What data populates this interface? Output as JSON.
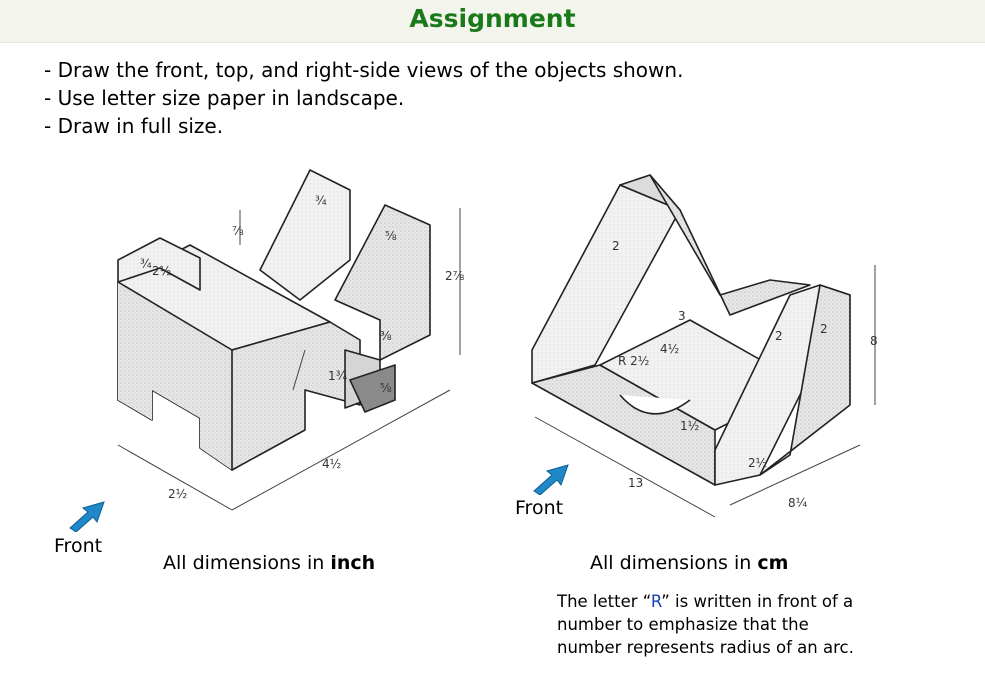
{
  "title": "Assignment",
  "instructions": [
    "Draw the front, top, and right-side views of the objects shown.",
    "Use letter size paper in landscape.",
    "Draw in full size."
  ],
  "left_figure": {
    "front_label": "Front",
    "units_prefix": "All dimensions in ",
    "units": "inch",
    "dims": {
      "d1": "2½",
      "d2": "⅞",
      "d3": "¾",
      "d4": "¾",
      "d5": "2⅞",
      "d6": "1¾",
      "d7": "⅜",
      "d8": "⅝",
      "d9": "⅝",
      "d10": "4½",
      "d11": "2½"
    }
  },
  "right_figure": {
    "front_label": "Front",
    "units_prefix": "All dimensions in ",
    "units": "cm",
    "dims": {
      "d1": "2",
      "d2": "3",
      "d3": "4½",
      "d4": "R 2½",
      "d5": "1½",
      "d6": "2",
      "d7": "2",
      "d8": "8",
      "d9": "2½",
      "d10": "8¼",
      "d11": "13"
    }
  },
  "note": {
    "part1": "The letter “",
    "letter": "R",
    "part2": "” is written in front of a number to emphasize that the number represents radius of an arc."
  },
  "colors": {
    "title": "#1a7a1a",
    "arrow": "#1e88c8",
    "note_letter": "#1f3fbf"
  }
}
